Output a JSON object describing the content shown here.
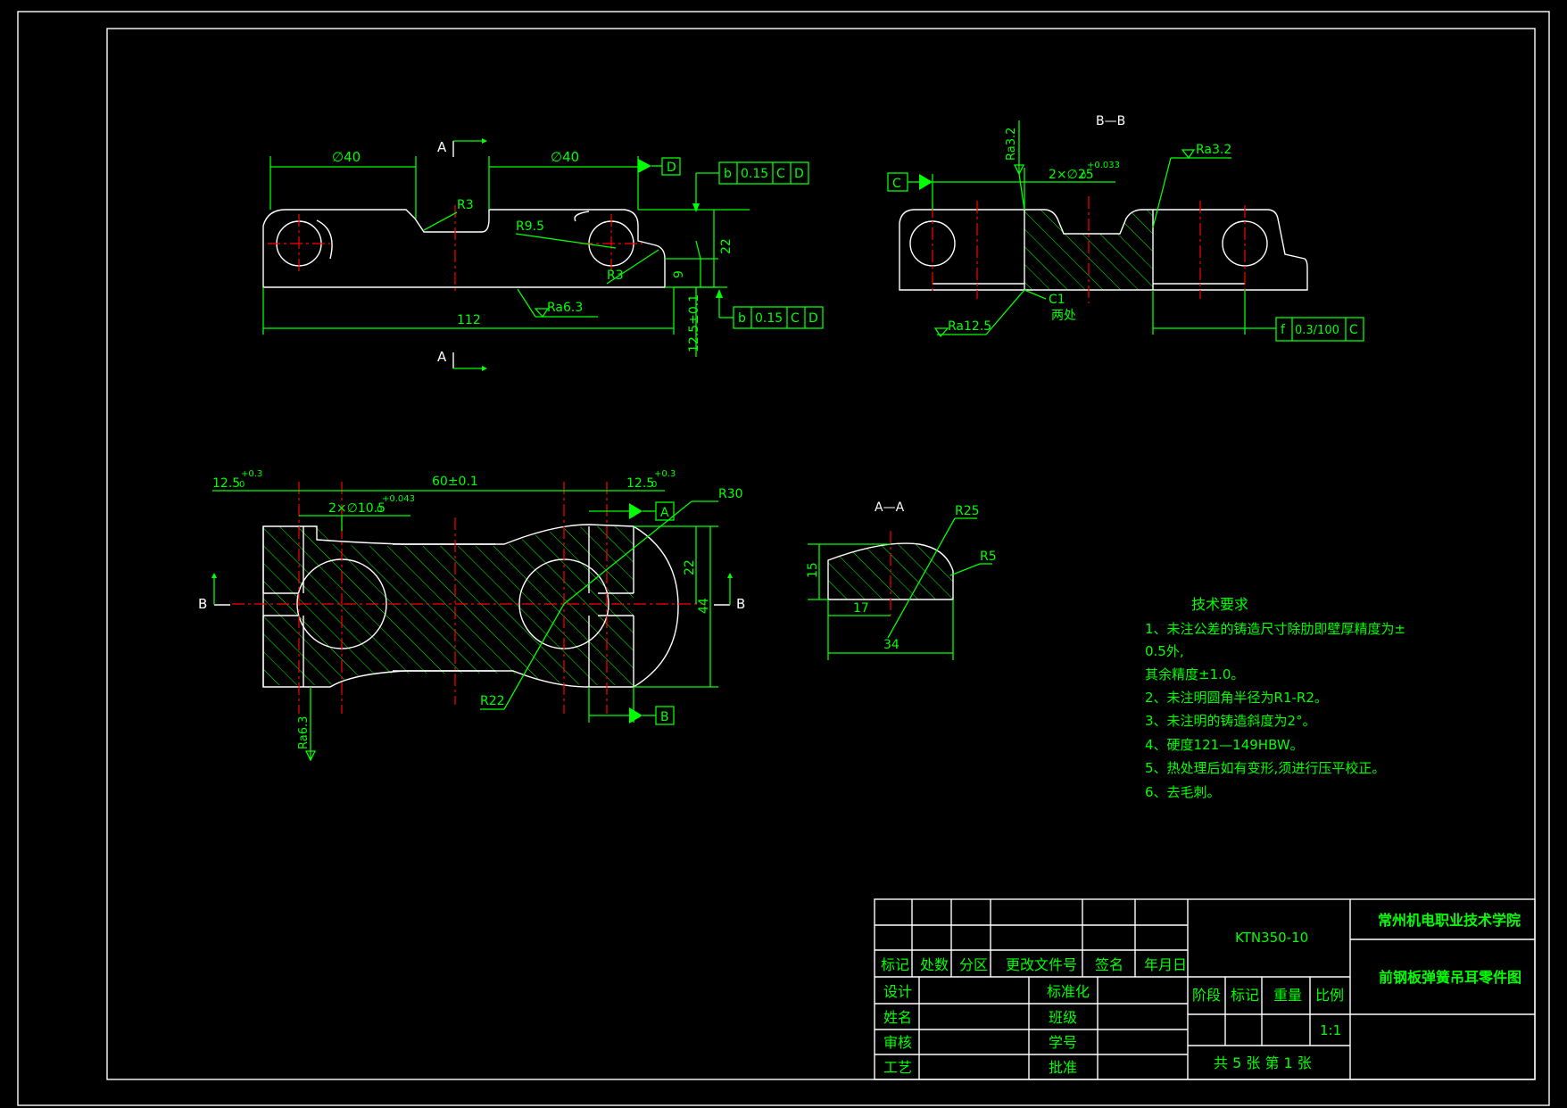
{
  "colors": {
    "background": "#000000",
    "outline": "#ffffff",
    "dimension": "#00ff00",
    "centerline": "#ff0000"
  },
  "front_view": {
    "section_mark_top": "A",
    "section_mark_bottom": "A",
    "dim_dia_left": "∅40",
    "dim_dia_right": "∅40",
    "datum_d": "D",
    "tol_frame_top": [
      "b",
      "0.15",
      "C",
      "D"
    ],
    "tol_frame_bottom": [
      "b",
      "0.15",
      "C",
      "D"
    ],
    "r3_top": "R3",
    "r9_5": "R9.5",
    "r3_bottom": "R3",
    "dim_22": "22",
    "dim_9": "9",
    "ra": "Ra6.3",
    "dim_112": "112",
    "dim_12_5": "12.5±0.1"
  },
  "section_bb": {
    "title": "B—B",
    "datum_c": "C",
    "ra_left": "Ra3.2",
    "ra_right": "Ra3.2",
    "hole_dim": "2×∅25",
    "hole_tol": "+0.033",
    "hole_tol_low": "0",
    "c1": "C1",
    "both": "两处",
    "ra_bottom": "Ra12.5",
    "tol_frame": [
      "f",
      "0.3/100",
      "C"
    ]
  },
  "top_view": {
    "dim_left": "12.5",
    "dim_left_tol": "+0.3",
    "dim_left_tol_low": "0",
    "dim_60": "60±0.1",
    "dim_right": "12.5",
    "dim_right_tol": "+0.3",
    "dim_right_tol_low": "0",
    "hole": "2×∅10.5",
    "hole_tol": "+0.043",
    "hole_tol_low": "0",
    "r30": "R30",
    "datum_a": "A",
    "datum_b": "B",
    "dim_22": "22",
    "dim_44": "44",
    "b_left": "B",
    "b_right": "B",
    "r22": "R22",
    "ra": "Ra6.3"
  },
  "section_aa": {
    "title": "A—A",
    "r25": "R25",
    "r5": "R5",
    "dim_15": "15",
    "dim_17": "17",
    "dim_34": "34"
  },
  "tech": {
    "title": "技术要求",
    "lines": [
      "1、未注公差的铸造尺寸除肋即壁厚精度为±",
      "0.5外,",
      "其余精度±1.0。",
      "2、未注明圆角半径为R1-R2。",
      "3、未注明的铸造斜度为2°。",
      "4、硬度121—149HBW。",
      "5、热处理后如有变形,须进行压平校正。",
      "6、去毛刺。"
    ]
  },
  "title_block": {
    "header": [
      "标记",
      "处数",
      "分区",
      "更改文件号",
      "签名",
      "年月日"
    ],
    "rows_left": [
      "设计",
      "姓名",
      "审核",
      "工艺"
    ],
    "rows_mid": [
      "标准化",
      "班级",
      "学号",
      "批准"
    ],
    "code": "KTN350-10",
    "school": "常州机电职业技术学院",
    "part_name": "前钢板弹簧吊耳零件图",
    "stage_header": [
      "阶段",
      "标记",
      "重量",
      "比例"
    ],
    "scale": "1:1",
    "sheets": "共 5 张  第 1 张"
  }
}
